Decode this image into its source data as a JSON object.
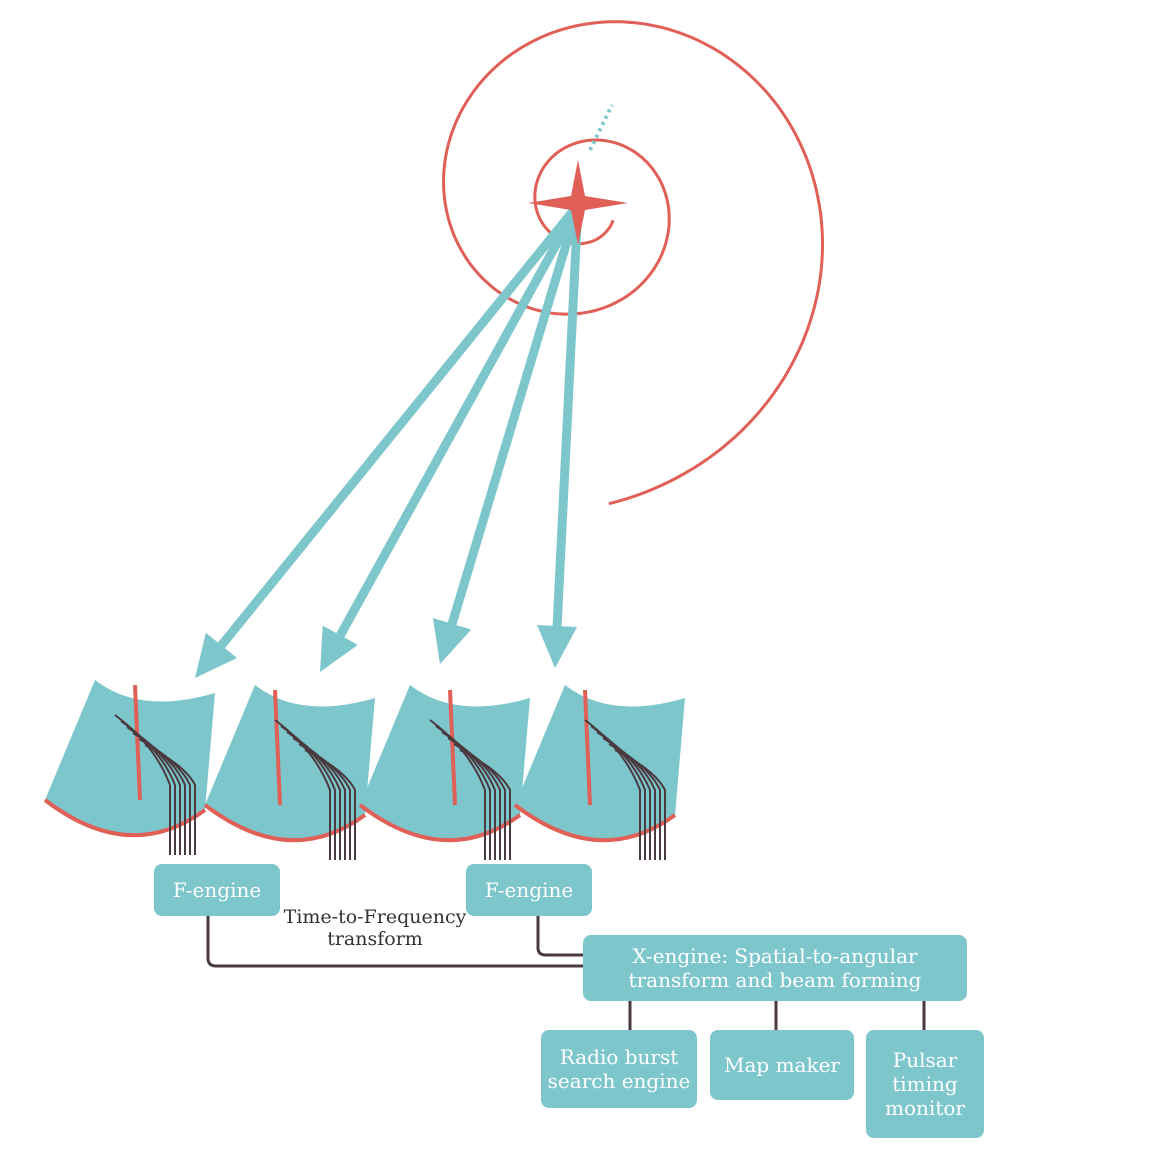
{
  "colors": {
    "teal": "#7dc6cc",
    "red": "#e06057",
    "cable": "#4a3a40",
    "text_dark": "#333333"
  },
  "icons": {
    "source": "radio-source-star-icon",
    "dish": "cylindrical-reflector-icon",
    "arrow": "signal-arrow-icon"
  },
  "f_engines": [
    {
      "label": "F-engine"
    },
    {
      "label": "F-engine"
    }
  ],
  "transform_label": "Time-to-Frequency\ntransform",
  "x_engine": {
    "label": "X-engine: Spatial-to-angular\ntransform and beam forming"
  },
  "outputs": [
    {
      "label": "Radio burst\nsearch engine"
    },
    {
      "label": "Map maker"
    },
    {
      "label": "Pulsar\ntiming\nmonitor"
    }
  ]
}
